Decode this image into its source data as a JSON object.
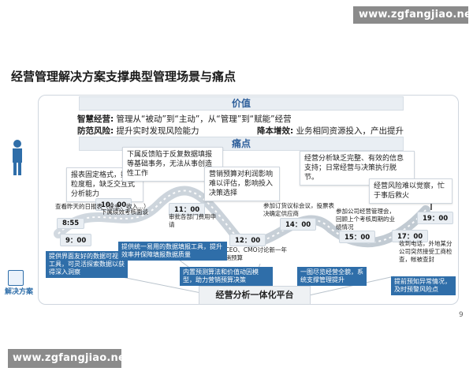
{
  "watermark": {
    "top": "www.zgfangjiao.net",
    "bottom": "www.zgfangjiao.net"
  },
  "title": "经营管理解决方案支撑典型管理场景与痛点",
  "value_bar": "价值",
  "pain_bar": "痛点",
  "value_lines": [
    {
      "label": "智慧经营:",
      "text": "管理从“被动”到“主动”，从“管理”到“赋能”经营"
    },
    {
      "label": "防范风险:",
      "text": "提升实时发现风险能力"
    },
    {
      "label": "降本增效:",
      "text": "业务相同资源投入，产出提升"
    }
  ],
  "pain_boxes": [
    {
      "id": "pain-1",
      "text": "报表固定格式，数据粒度粗，缺乏交互式分析能力"
    },
    {
      "id": "pain-2",
      "text": "下属反馈陷于反复数据填报等基础事务，无法从事创造性工作"
    },
    {
      "id": "pain-3",
      "text": "营销预算对利润影响难以评估，影响投入决策选择"
    },
    {
      "id": "pain-4",
      "text": "经营分析缺乏完整、有效的信息支持；日常经营与决策执行脱节。"
    },
    {
      "id": "pain-5",
      "text": "经营风险难以觉察，忙于事后救火"
    }
  ],
  "timeline": [
    {
      "time": "8:55",
      "text": "查看昨天的日报表（现金、收入...）"
    },
    {
      "time": "9：00",
      "text": ""
    },
    {
      "time": "10：00",
      "text": "下属续效考核面谈"
    },
    {
      "time": "11：00",
      "text": "审批各部门费用申请"
    },
    {
      "time": "12：00",
      "text": "同CEO、CMO讨论新一年营销预算"
    },
    {
      "time": "14：00",
      "text": "参加订货议标会议，投票表决确定供应商"
    },
    {
      "time": "15：00",
      "text": "参加公司经营管理会，回顾上个考核周期的业绩情况"
    },
    {
      "time": "17：00",
      "text": "收到电话，外地某分公司突然接受工商检查，帐被查封"
    },
    {
      "time": "19：00",
      "text": ""
    }
  ],
  "solution_boxes": [
    {
      "id": "sol-1",
      "text": "提供界面友好的数据可视化工具，可灵活探索数据以获得深入洞察"
    },
    {
      "id": "sol-2",
      "text": "提供统一易用的数据填报工具，提升效率并保障填报数据质量"
    },
    {
      "id": "sol-3",
      "text": "内置预测算法和价值动因模型，助力营销预算决策"
    },
    {
      "id": "sol-4",
      "text": "一图尽览经营全貌，系统支撑管理提升"
    },
    {
      "id": "sol-5",
      "text": "提前预知异常情况，及时预警风险点"
    }
  ],
  "platform": "经营分析一体化平台",
  "solution_label": "解决方案",
  "page_number": "9",
  "colors": {
    "accent_blue": "#2f6ea9",
    "bar_bg": "#e9eef3",
    "pain_text": "#2e5f9b"
  }
}
